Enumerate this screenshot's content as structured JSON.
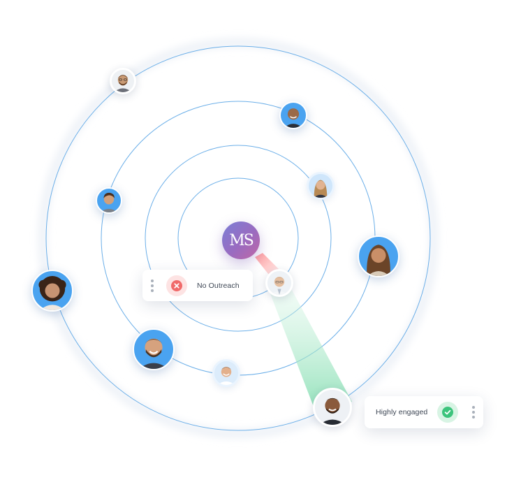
{
  "hub": {
    "monogram": "MS"
  },
  "no_outreach_card": {
    "label": "No Outreach",
    "status_icon": "close-icon",
    "status_color": "#f06a6a"
  },
  "highly_engaged_card": {
    "label": "Highly engaged",
    "status_icon": "check-icon",
    "status_color": "#3cc47c"
  },
  "colors": {
    "ring": "#6aaee8",
    "avatar_accent": "#4aa3f0",
    "beam_red": "#ff9b9b",
    "beam_green": "#8fe0b0"
  }
}
